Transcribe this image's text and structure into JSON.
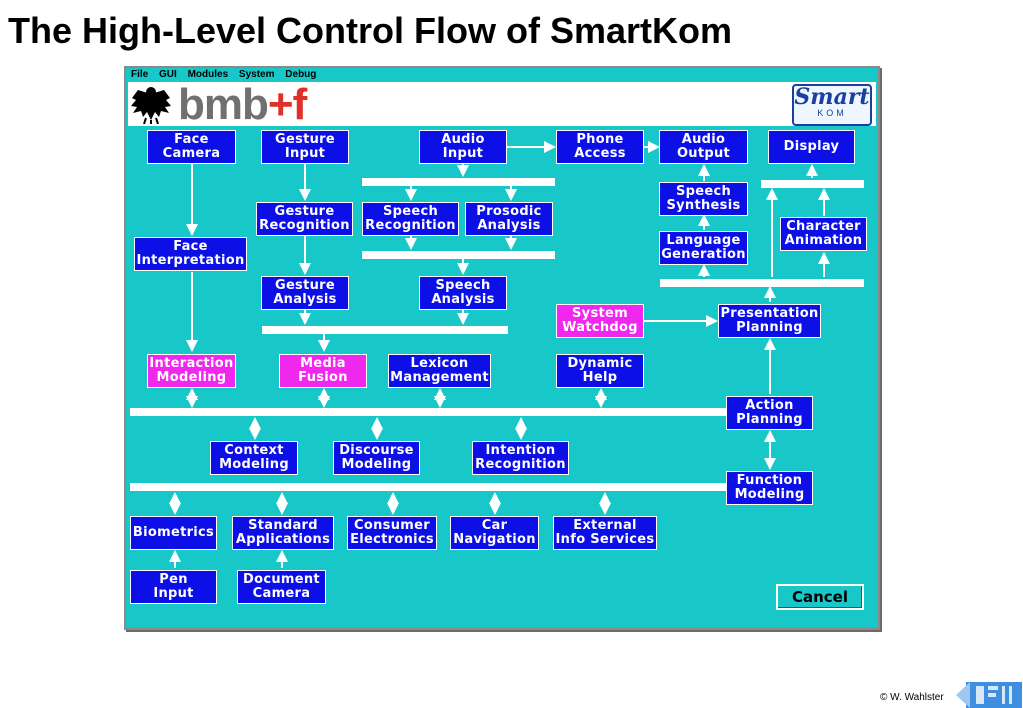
{
  "title": "The High-Level Control Flow of SmartKom",
  "menu": [
    "File",
    "GUI",
    "Modules",
    "System",
    "Debug"
  ],
  "logo": {
    "bmbf_gray": "bmb",
    "bmbf_red": "+f",
    "smartkom_top": "Smart",
    "smartkom_bottom": "KOM"
  },
  "modules": {
    "face_camera": "Face\nCamera",
    "gesture_input": "Gesture\nInput",
    "audio_input": "Audio\nInput",
    "phone_access": "Phone\nAccess",
    "audio_output": "Audio\nOutput",
    "display": "Display",
    "gesture_recognition": "Gesture\nRecognition",
    "speech_recognition": "Speech\nRecognition",
    "prosodic_analysis": "Prosodic\nAnalysis",
    "speech_synthesis": "Speech\nSynthesis",
    "character_animation": "Character\nAnimation",
    "face_interpretation": "Face\nInterpretation",
    "language_generation": "Language\nGeneration",
    "gesture_analysis": "Gesture\nAnalysis",
    "speech_analysis": "Speech\nAnalysis",
    "system_watchdog": "System\nWatchdog",
    "presentation_planning": "Presentation\nPlanning",
    "interaction_modeling": "Interaction\nModeling",
    "media_fusion": "Media\nFusion",
    "lexicon_management": "Lexicon\nManagement",
    "dynamic_help": "Dynamic\nHelp",
    "action_planning": "Action\nPlanning",
    "context_modeling": "Context\nModeling",
    "discourse_modeling": "Discourse\nModeling",
    "intention_recognition": "Intention\nRecognition",
    "function_modeling": "Function\nModeling",
    "biometrics": "Biometrics",
    "standard_applications": "Standard\nApplications",
    "consumer_electronics": "Consumer\nElectronics",
    "car_navigation": "Car\nNavigation",
    "external_info_services": "External\nInfo Services",
    "pen_input": "Pen\nInput",
    "document_camera": "Document\nCamera"
  },
  "cancel_label": "Cancel",
  "footer": {
    "copyright": "© W. Wahlster"
  },
  "colors": {
    "background": "#18c8c8",
    "module": "#0c10e6",
    "highlight_module": "#f028ee",
    "bus": "#ffffff"
  }
}
